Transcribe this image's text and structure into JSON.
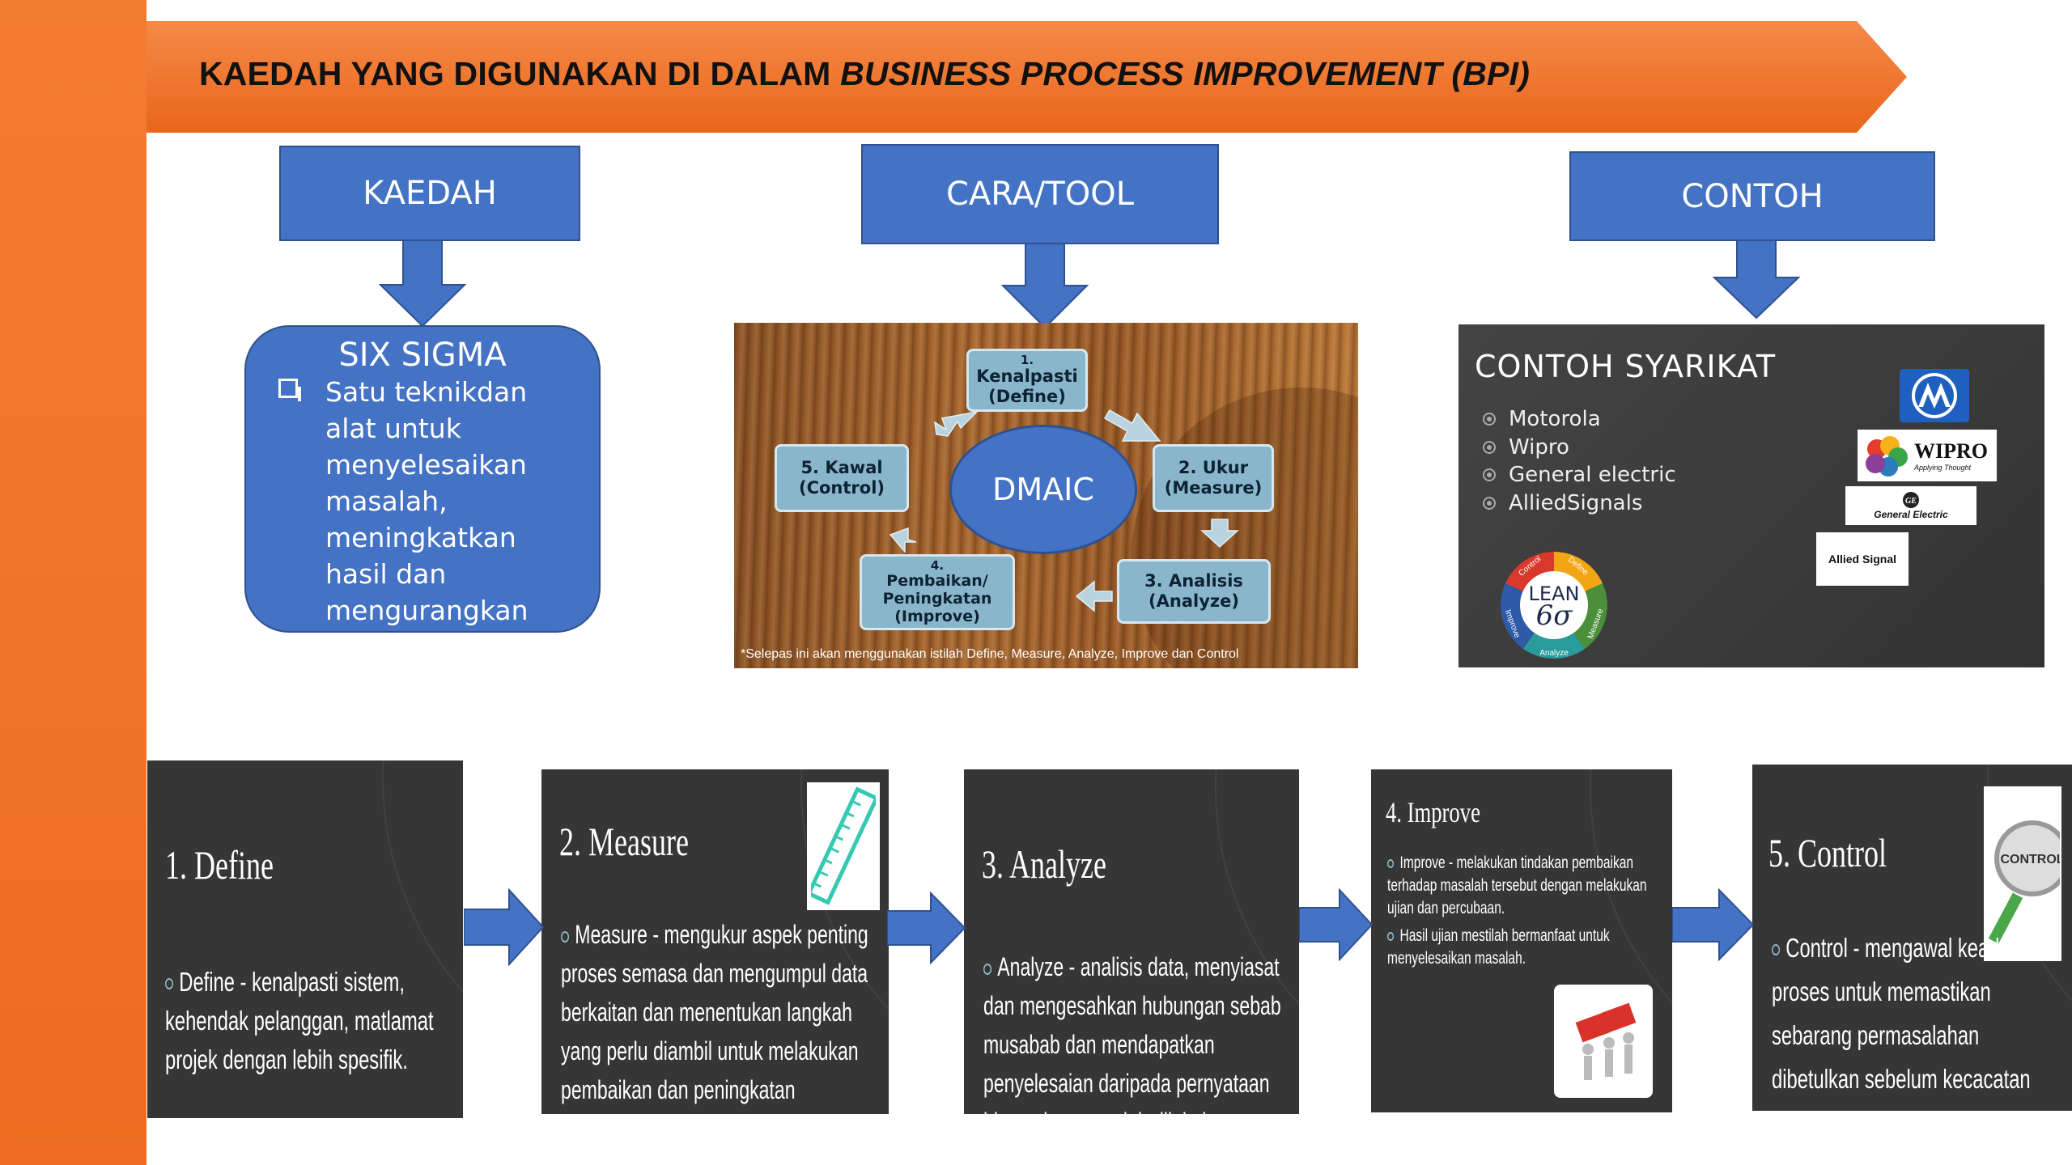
{
  "banner": {
    "title_plain": "KAEDAH YANG DIGUNAKAN DI DALAM ",
    "title_italic": "BUSINESS PROCESS IMPROVEMENT (BPI)"
  },
  "headers": {
    "kaedah": "KAEDAH",
    "cara_tool": "CARA/TOOL",
    "contoh": "CONTOH"
  },
  "six_sigma": {
    "title": "SIX SIGMA",
    "text": "Satu teknikdan alat untuk menyelesaikan masalah, meningkatkan hasil dan mengurangkan kerosakan."
  },
  "dmaic": {
    "center": "DMAIC",
    "steps": [
      {
        "num": "1.",
        "name": "Kenalpasti",
        "en": "(Define)"
      },
      {
        "num": "2.",
        "name": "Ukur",
        "en": "(Measure)"
      },
      {
        "num": "3.",
        "name": "Analisis",
        "en": "(Analyze)"
      },
      {
        "num": "4.",
        "name": "Pembaikan/ Peningkatan",
        "en": "(Improve)"
      },
      {
        "num": "5.",
        "name": "Kawal",
        "en": "(Control)"
      }
    ],
    "footnote": "*Selepas ini akan menggunakan istilah Define, Measure, Analyze, Improve dan Control"
  },
  "companies": {
    "title": "CONTOH SYARIKAT",
    "items": [
      "Motorola",
      "Wipro",
      "General electric",
      "AlliedSignals"
    ],
    "logos": {
      "wipro": "WIPRO",
      "wipro_tag": "Applying Thought",
      "ge": "General Electric",
      "allied": "Allied Signal",
      "lean": "LEAN",
      "sigma": "6σ",
      "wheel": [
        "Define",
        "Measure",
        "Analyze",
        "Improve",
        "Control"
      ]
    }
  },
  "panels": [
    {
      "title": "1. Define",
      "text": "Define - kenalpasti sistem, kehendak pelanggan, matlamat projek dengan lebih spesifik."
    },
    {
      "title": "2. Measure",
      "text": "Measure - mengukur aspek penting proses semasa dan mengumpul data berkaitan dan menentukan langkah yang perlu diambil untuk melakukan pembaikan dan peningkatan seterusnya."
    },
    {
      "title": "3. Analyze",
      "text": "Analyze - analisis data, menyiasat dan mengesahkan hubungan sebab musabab dan mendapatkan penyelesaian daripada pernyataan hipotesis yang telah dilakukan."
    },
    {
      "title": "4. Improve",
      "text1": "Improve - melakukan tindakan pembaikan terhadap masalah tersebut dengan melakukan ujian dan percubaan.",
      "text2": "Hasil ujian mestilah bermanfaat untuk menyelesaikan masalah."
    },
    {
      "title": "5. Control",
      "text": "Control - mengawal keadaan proses untuk memastikan sebarang permasalahan dibetulkan sebelum kecacatan berlaku.",
      "badge": "CONTROL"
    }
  ],
  "colors": {
    "orange": "#f07423",
    "blue": "#4472c4",
    "dark": "#363636"
  }
}
